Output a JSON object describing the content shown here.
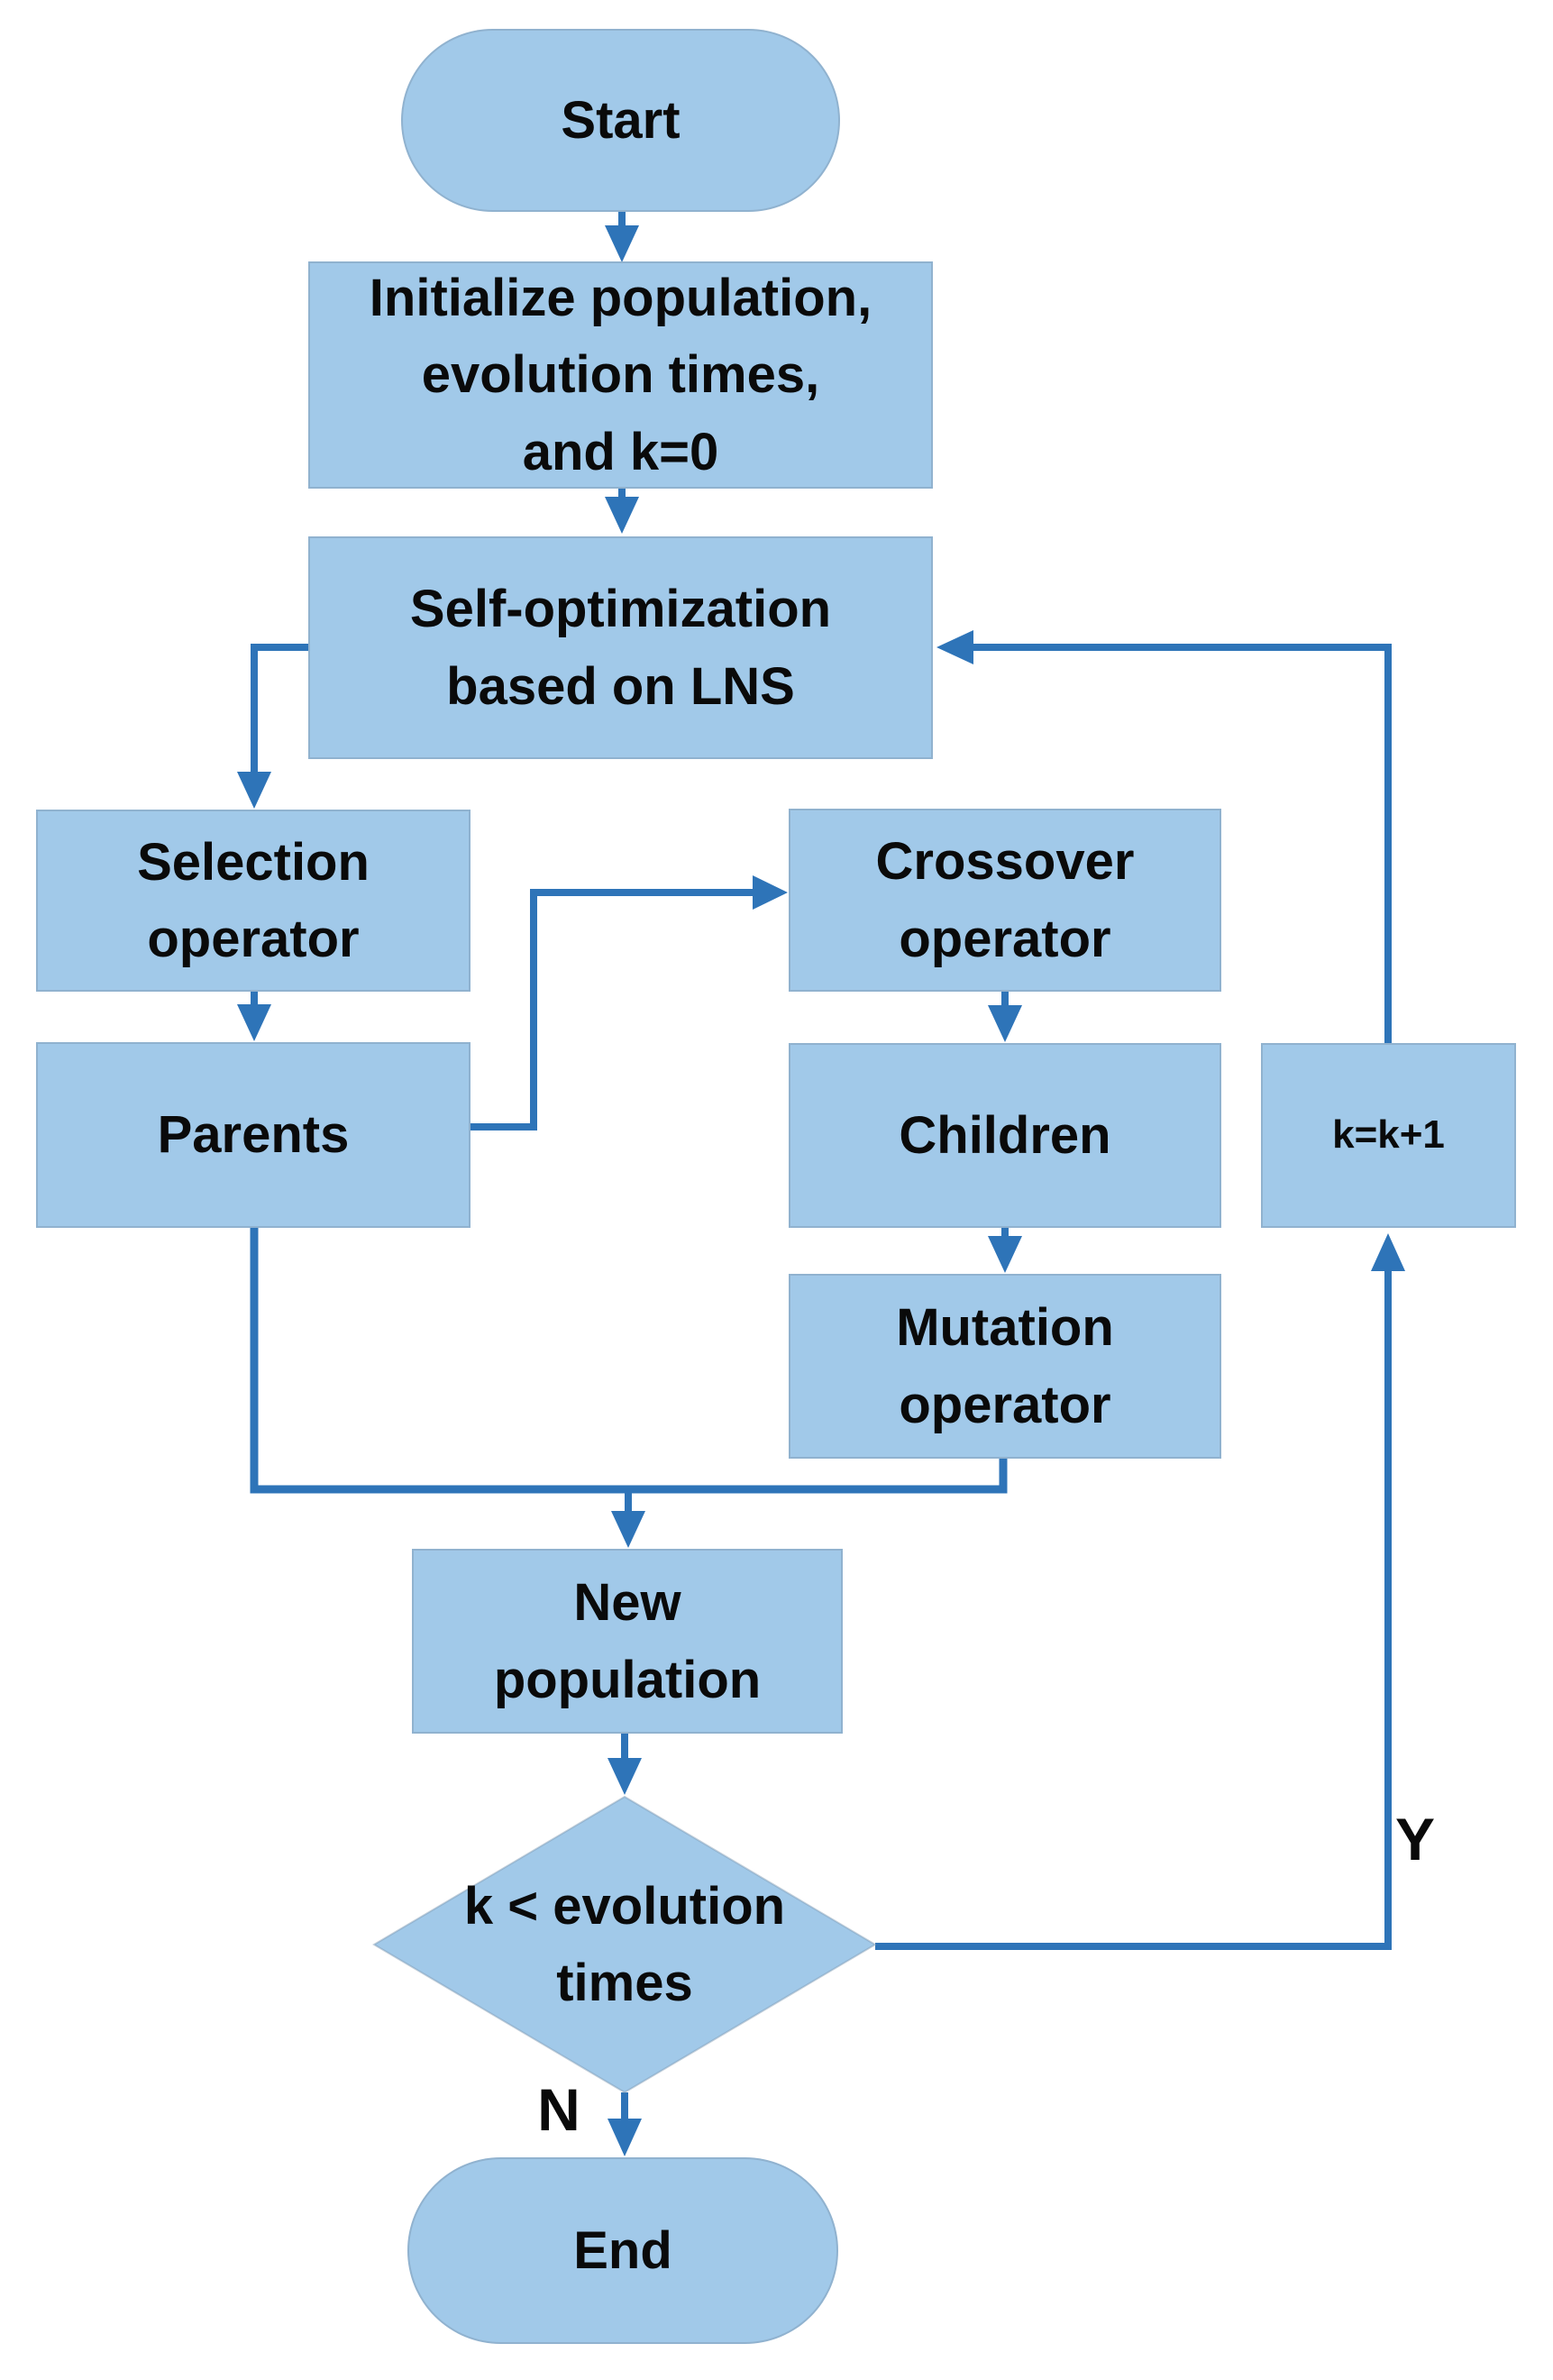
{
  "figure_type": "flowchart",
  "colors": {
    "node_fill": "#A1C9E9",
    "connector": "#2E74B8",
    "text": "#0a0a0a",
    "background": "#ffffff"
  },
  "nodes": {
    "start": {
      "shape": "stadium",
      "label": "Start"
    },
    "initialize": {
      "shape": "rect",
      "lines": [
        "Initialize population,",
        "evolution times,",
        "and k=0"
      ]
    },
    "self_optimization": {
      "shape": "rect",
      "lines": [
        "Self-optimization",
        "based on LNS"
      ]
    },
    "selection": {
      "shape": "rect",
      "lines": [
        "Selection",
        "operator"
      ]
    },
    "crossover": {
      "shape": "rect",
      "lines": [
        "Crossover",
        "operator"
      ]
    },
    "parents": {
      "shape": "rect",
      "label": "Parents"
    },
    "children": {
      "shape": "rect",
      "label": "Children"
    },
    "k_increment": {
      "shape": "rect",
      "label": "k=k+1"
    },
    "mutation": {
      "shape": "rect",
      "lines": [
        "Mutation",
        "operator"
      ]
    },
    "new_population": {
      "shape": "rect",
      "lines": [
        "New",
        "population"
      ]
    },
    "decision": {
      "shape": "diamond",
      "lines": [
        "k < evolution",
        "times"
      ]
    },
    "end": {
      "shape": "stadium",
      "label": "End"
    }
  },
  "edge_labels": {
    "yes": "Y",
    "no": "N"
  }
}
